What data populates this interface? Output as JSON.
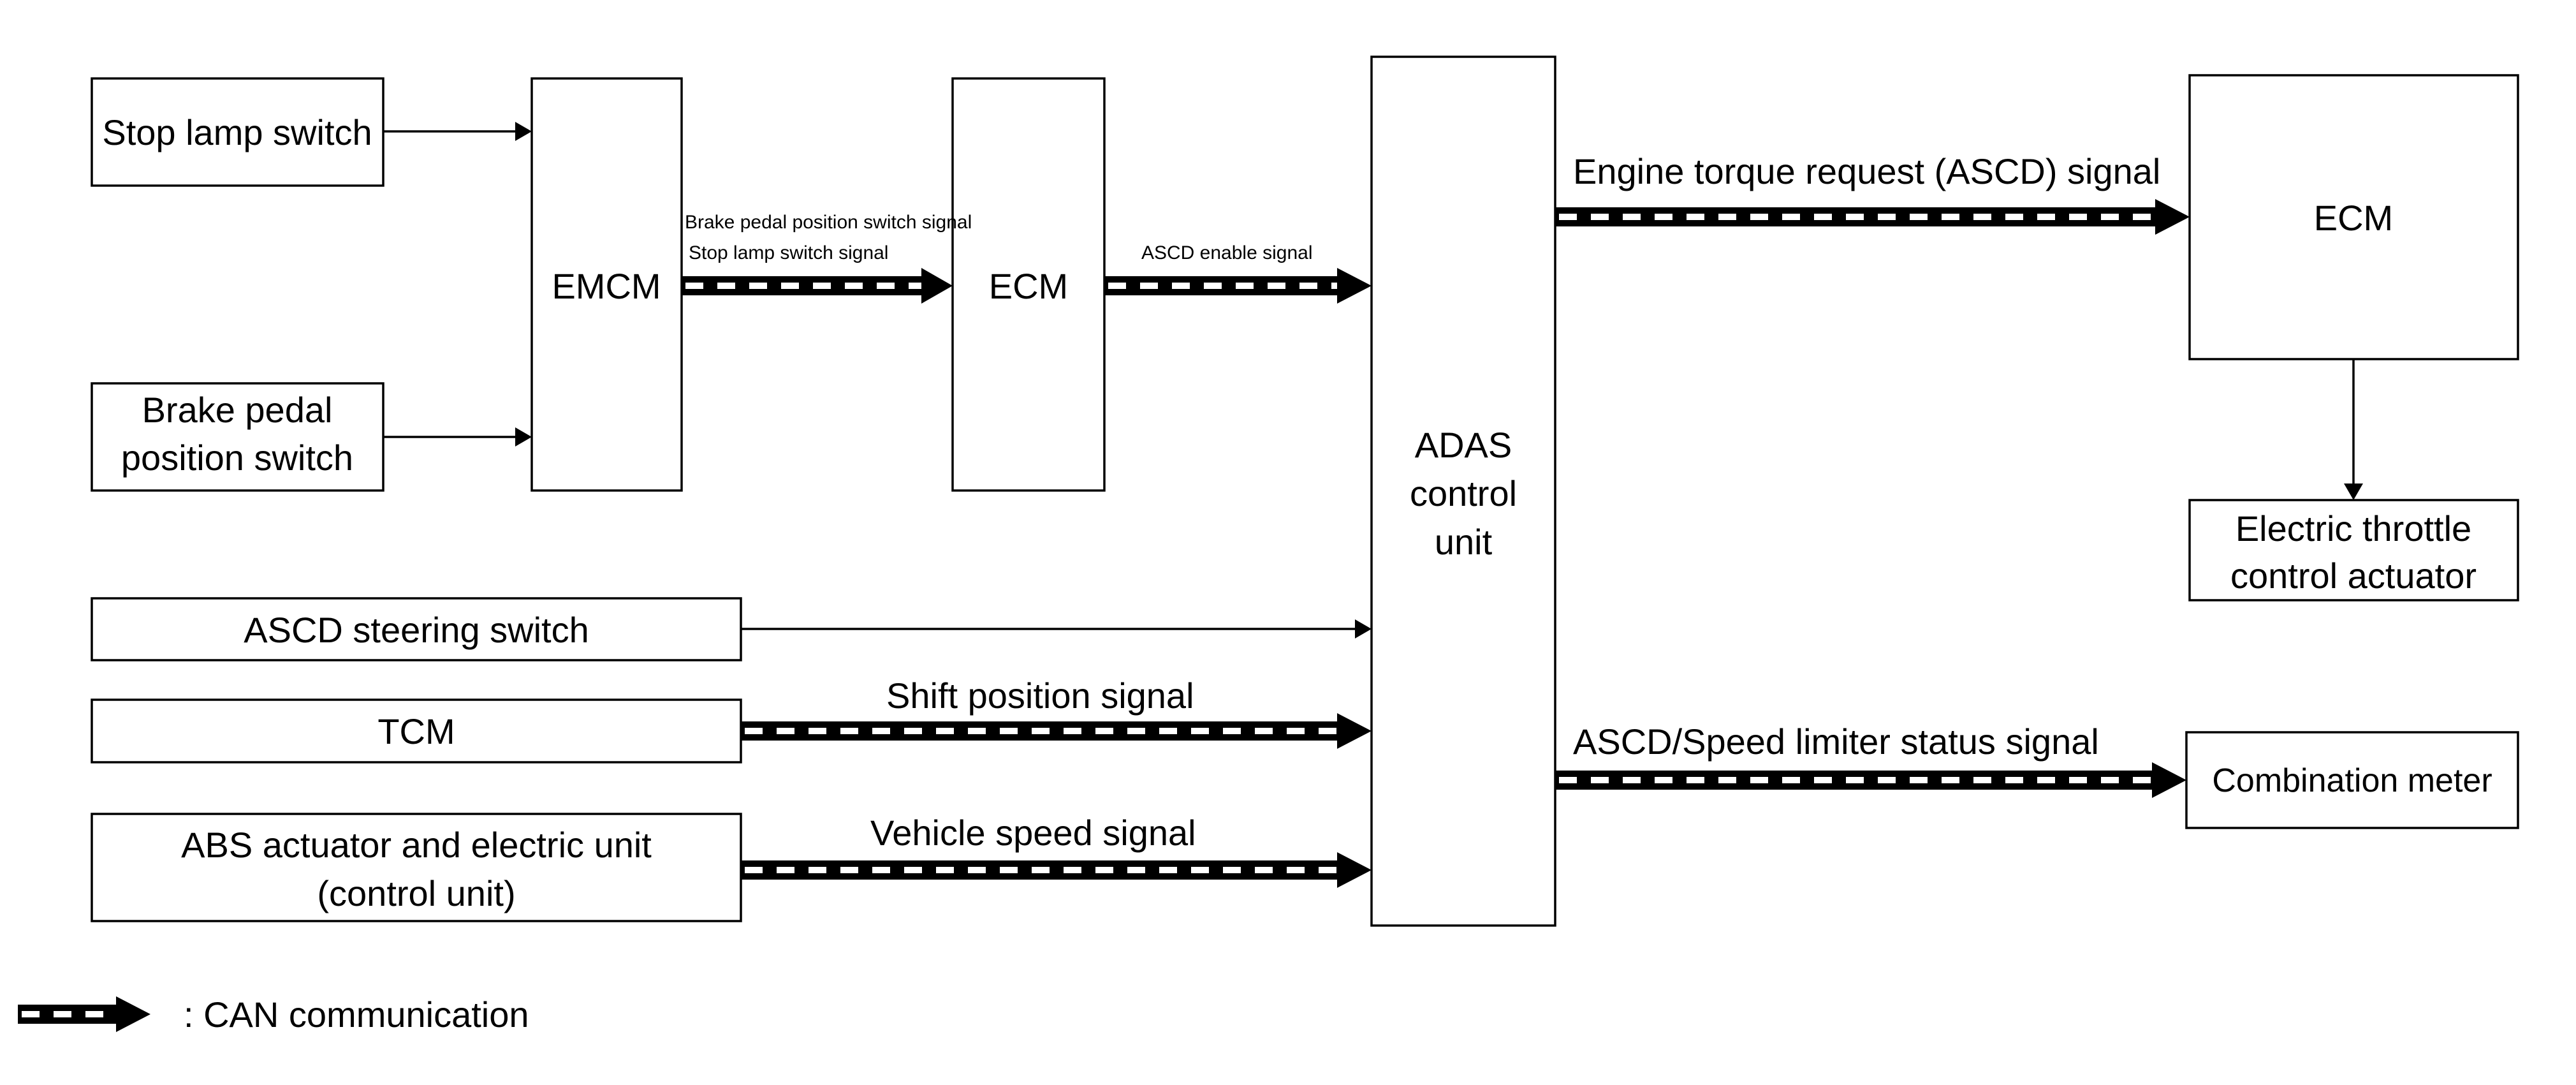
{
  "blocks": {
    "stop_lamp_switch": [
      "Stop lamp switch"
    ],
    "brake_pedal_position_switch": [
      "Brake pedal",
      "position switch"
    ],
    "emcm": [
      "EMCM"
    ],
    "ecm_left": [
      "ECM"
    ],
    "adas_control_unit": [
      "ADAS",
      "control",
      "unit"
    ],
    "ascd_steering_switch": [
      "ASCD steering switch"
    ],
    "tcm": [
      "TCM"
    ],
    "abs_actuator": [
      "ABS actuator and electric unit",
      "(control unit)"
    ],
    "ecm_right": [
      "ECM"
    ],
    "electric_throttle": [
      "Electric throttle",
      "control actuator"
    ],
    "combination_meter": [
      "Combination meter"
    ]
  },
  "signals": {
    "brake_pedal_position_switch_signal": "Brake pedal position switch signal",
    "stop_lamp_switch_signal": "Stop lamp switch signal",
    "ascd_enable_signal": "ASCD enable signal",
    "engine_torque_request": "Engine torque request (ASCD) signal",
    "shift_position_signal": "Shift position signal",
    "vehicle_speed_signal": "Vehicle speed signal",
    "ascd_speed_limiter_status": "ASCD/Speed limiter status signal"
  },
  "legend": {
    "can_label": ": CAN communication"
  }
}
